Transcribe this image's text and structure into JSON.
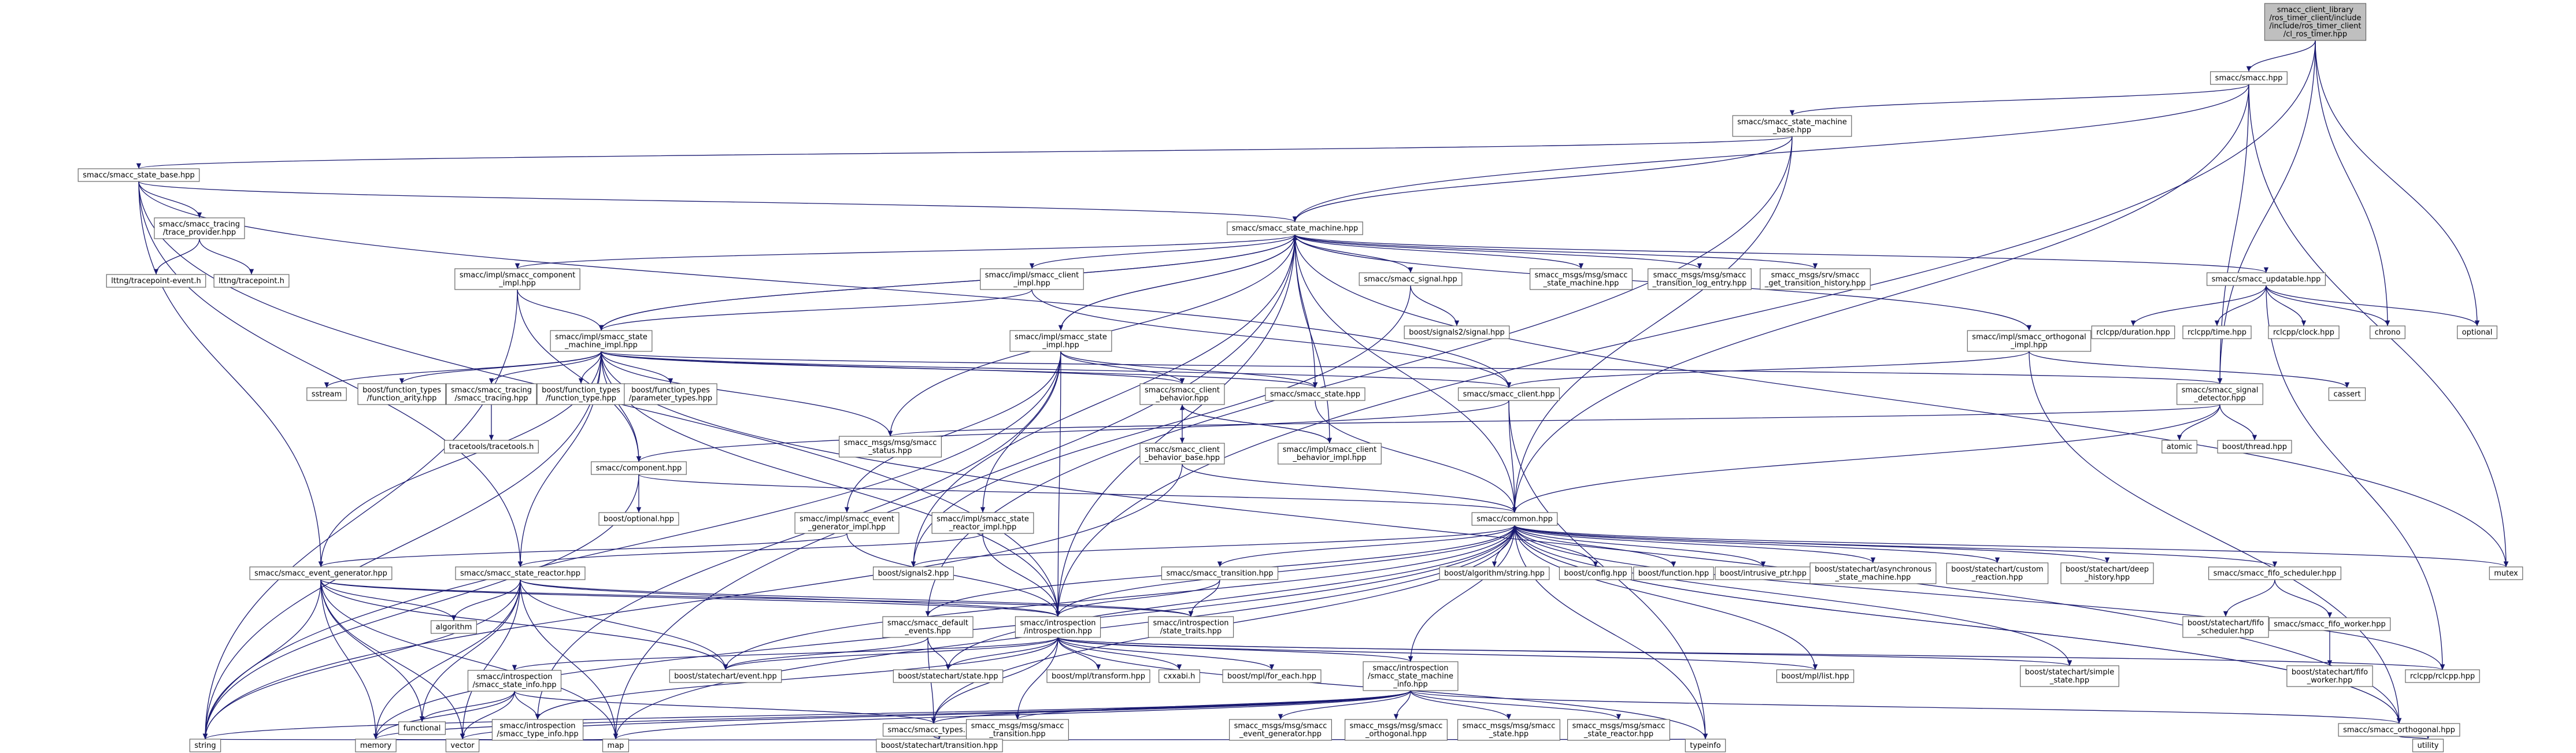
{
  "colors": {
    "edge": "#191970",
    "node_fill": "#ffffff",
    "node_border": "#666666",
    "root_fill": "#bfbfbf",
    "text": "#000000"
  },
  "nodes": [
    {
      "id": "root",
      "lines": [
        "smacc_client_library",
        "/ros_timer_client/include",
        "/include/ros_timer_client",
        "/cl_ros_timer.hpp"
      ],
      "root": true
    },
    {
      "id": "smacc",
      "lines": [
        "smacc/smacc.hpp"
      ]
    },
    {
      "id": "smbase",
      "lines": [
        "smacc/smacc_state_machine",
        "_base.hpp"
      ]
    },
    {
      "id": "statebase",
      "lines": [
        "smacc/smacc_state_base.hpp"
      ]
    },
    {
      "id": "tracing",
      "lines": [
        "smacc/smacc_tracing",
        "/trace_provider.hpp"
      ]
    },
    {
      "id": "lttngev",
      "lines": [
        "lttng/tracepoint-event.h"
      ]
    },
    {
      "id": "lttngtp",
      "lines": [
        "lttng/tracepoint.h"
      ]
    },
    {
      "id": "sm",
      "lines": [
        "smacc/smacc_state_machine.hpp"
      ]
    },
    {
      "id": "compimpl",
      "lines": [
        "smacc/impl/smacc_component",
        "_impl.hpp"
      ]
    },
    {
      "id": "clientimpl",
      "lines": [
        "smacc/impl/smacc_client",
        "_impl.hpp"
      ]
    },
    {
      "id": "signal",
      "lines": [
        "smacc/smacc_signal.hpp"
      ]
    },
    {
      "id": "msgsm",
      "lines": [
        "smacc_msgs/msg/smacc",
        "_state_machine.hpp"
      ]
    },
    {
      "id": "msgtle",
      "lines": [
        "smacc_msgs/msg/smacc",
        "_transition_log_entry.hpp"
      ]
    },
    {
      "id": "srvhist",
      "lines": [
        "smacc_msgs/srv/smacc",
        "_get_transition_history.hpp"
      ]
    },
    {
      "id": "updatable",
      "lines": [
        "smacc/smacc_updatable.hpp"
      ]
    },
    {
      "id": "smimpl",
      "lines": [
        "smacc/impl/smacc_state",
        "_machine_impl.hpp"
      ]
    },
    {
      "id": "stateimpl",
      "lines": [
        "smacc/impl/smacc_state",
        "_impl.hpp"
      ]
    },
    {
      "id": "signals2sig",
      "lines": [
        "boost/signals2/signal.hpp"
      ]
    },
    {
      "id": "orthimpl",
      "lines": [
        "smacc/impl/smacc_orthogonal",
        "_impl.hpp"
      ]
    },
    {
      "id": "rcldur",
      "lines": [
        "rclcpp/duration.hpp"
      ]
    },
    {
      "id": "rcltime",
      "lines": [
        "rclcpp/time.hpp"
      ]
    },
    {
      "id": "rclclock",
      "lines": [
        "rclcpp/clock.hpp"
      ]
    },
    {
      "id": "chrono",
      "lines": [
        "chrono"
      ]
    },
    {
      "id": "optional",
      "lines": [
        "optional"
      ]
    },
    {
      "id": "sstream",
      "lines": [
        "sstream"
      ]
    },
    {
      "id": "ftarity",
      "lines": [
        "boost/function_types",
        "/function_arity.hpp"
      ]
    },
    {
      "id": "trsmacc",
      "lines": [
        "smacc/smacc_tracing",
        "/smacc_tracing.hpp"
      ]
    },
    {
      "id": "ftftype",
      "lines": [
        "boost/function_types",
        "/function_type.hpp"
      ]
    },
    {
      "id": "ftparam",
      "lines": [
        "boost/function_types",
        "/parameter_types.hpp"
      ]
    },
    {
      "id": "clbeh",
      "lines": [
        "smacc/smacc_client",
        "_behavior.hpp"
      ]
    },
    {
      "id": "statehpp",
      "lines": [
        "smacc/smacc_state.hpp"
      ]
    },
    {
      "id": "clienthpp",
      "lines": [
        "smacc/smacc_client.hpp"
      ]
    },
    {
      "id": "cassert",
      "lines": [
        "cassert"
      ]
    },
    {
      "id": "sigdet",
      "lines": [
        "smacc/smacc_signal",
        "_detector.hpp"
      ]
    },
    {
      "id": "tracetools",
      "lines": [
        "tracetools/tracetools.h"
      ]
    },
    {
      "id": "msgstatus",
      "lines": [
        "smacc_msgs/msg/smacc",
        "_status.hpp"
      ]
    },
    {
      "id": "component",
      "lines": [
        "smacc/component.hpp"
      ]
    },
    {
      "id": "clbehbase",
      "lines": [
        "smacc/smacc_client",
        "_behavior_base.hpp"
      ]
    },
    {
      "id": "clbehimpl",
      "lines": [
        "smacc/impl/smacc_client",
        "_behavior_impl.hpp"
      ]
    },
    {
      "id": "atomic",
      "lines": [
        "atomic"
      ]
    },
    {
      "id": "thread",
      "lines": [
        "boost/thread.hpp"
      ]
    },
    {
      "id": "boostopt",
      "lines": [
        "boost/optional.hpp"
      ]
    },
    {
      "id": "evgenimpl",
      "lines": [
        "smacc/impl/smacc_event",
        "_generator_impl.hpp"
      ]
    },
    {
      "id": "reactimpl",
      "lines": [
        "smacc/impl/smacc_state",
        "_reactor_impl.hpp"
      ]
    },
    {
      "id": "common",
      "lines": [
        "smacc/common.hpp"
      ]
    },
    {
      "id": "evgen",
      "lines": [
        "smacc/smacc_event_generator.hpp"
      ]
    },
    {
      "id": "reactor",
      "lines": [
        "smacc/smacc_state_reactor.hpp"
      ]
    },
    {
      "id": "signals2",
      "lines": [
        "boost/signals2.hpp"
      ]
    },
    {
      "id": "transition",
      "lines": [
        "smacc/smacc_transition.hpp"
      ]
    },
    {
      "id": "algostr",
      "lines": [
        "boost/algorithm/string.hpp"
      ]
    },
    {
      "id": "config",
      "lines": [
        "boost/config.hpp"
      ]
    },
    {
      "id": "function",
      "lines": [
        "boost/function.hpp"
      ]
    },
    {
      "id": "intrusive",
      "lines": [
        "boost/intrusive_ptr.hpp"
      ]
    },
    {
      "id": "scasync",
      "lines": [
        "boost/statechart/asynchronous",
        "_state_machine.hpp"
      ]
    },
    {
      "id": "sccustom",
      "lines": [
        "boost/statechart/custom",
        "_reaction.hpp"
      ]
    },
    {
      "id": "scdeep",
      "lines": [
        "boost/statechart/deep",
        "_history.hpp"
      ]
    },
    {
      "id": "fifosched",
      "lines": [
        "smacc/smacc_fifo_scheduler.hpp"
      ]
    },
    {
      "id": "mutex",
      "lines": [
        "mutex"
      ]
    },
    {
      "id": "algorithm",
      "lines": [
        "algorithm"
      ]
    },
    {
      "id": "defevents",
      "lines": [
        "smacc/smacc_default",
        "_events.hpp"
      ]
    },
    {
      "id": "introspection",
      "lines": [
        "smacc/introspection",
        "/introspection.hpp"
      ]
    },
    {
      "id": "statetraits",
      "lines": [
        "smacc/introspection",
        "/state_traits.hpp"
      ]
    },
    {
      "id": "scfifo",
      "lines": [
        "boost/statechart/fifo",
        "_scheduler.hpp"
      ]
    },
    {
      "id": "fifoworker",
      "lines": [
        "smacc/smacc_fifo_worker.hpp"
      ]
    },
    {
      "id": "scevent",
      "lines": [
        "boost/statechart/event.hpp"
      ]
    },
    {
      "id": "scstate",
      "lines": [
        "boost/statechart/state.hpp"
      ]
    },
    {
      "id": "mpltransform",
      "lines": [
        "boost/mpl/transform.hpp"
      ]
    },
    {
      "id": "cxxabi",
      "lines": [
        "cxxabi.h"
      ]
    },
    {
      "id": "mplforeach",
      "lines": [
        "boost/mpl/for_each.hpp"
      ]
    },
    {
      "id": "smstateinfo",
      "lines": [
        "smacc/introspection",
        "/smacc_state_machine",
        "_info.hpp"
      ]
    },
    {
      "id": "mpllist",
      "lines": [
        "boost/mpl/list.hpp"
      ]
    },
    {
      "id": "scsimple",
      "lines": [
        "boost/statechart/simple",
        "_state.hpp"
      ]
    },
    {
      "id": "rclcpp",
      "lines": [
        "rclcpp/rclcpp.hpp"
      ]
    },
    {
      "id": "scfifow",
      "lines": [
        "boost/statechart/fifo",
        "_worker.hpp"
      ]
    },
    {
      "id": "stateinfo",
      "lines": [
        "smacc/introspection",
        "/smacc_state_info.hpp"
      ]
    },
    {
      "id": "functional",
      "lines": [
        "functional"
      ]
    },
    {
      "id": "typeinfo",
      "lines": [
        "smacc/introspection",
        "/smacc_type_info.hpp"
      ]
    },
    {
      "id": "types",
      "lines": [
        "smacc/smacc_types.hpp"
      ]
    },
    {
      "id": "msgtransition",
      "lines": [
        "smacc_msgs/msg/smacc",
        "_transition.hpp"
      ]
    },
    {
      "id": "msgevgen",
      "lines": [
        "smacc_msgs/msg/smacc",
        "_event_generator.hpp"
      ]
    },
    {
      "id": "msgorth",
      "lines": [
        "smacc_msgs/msg/smacc",
        "_orthogonal.hpp"
      ]
    },
    {
      "id": "msgstate",
      "lines": [
        "smacc_msgs/msg/smacc",
        "_state.hpp"
      ]
    },
    {
      "id": "msgreactor",
      "lines": [
        "smacc_msgs/msg/smacc",
        "_state_reactor.hpp"
      ]
    },
    {
      "id": "typeinfo_std",
      "lines": [
        "typeinfo"
      ]
    },
    {
      "id": "orthogonal",
      "lines": [
        "smacc/smacc_orthogonal.hpp"
      ]
    },
    {
      "id": "utility",
      "lines": [
        "utility"
      ]
    },
    {
      "id": "string",
      "lines": [
        "string"
      ]
    },
    {
      "id": "memory",
      "lines": [
        "memory"
      ]
    },
    {
      "id": "vector",
      "lines": [
        "vector"
      ]
    },
    {
      "id": "map",
      "lines": [
        "map"
      ]
    },
    {
      "id": "sctransition",
      "lines": [
        "boost/statechart/transition.hpp"
      ]
    }
  ],
  "edges": [
    [
      "root",
      "smacc"
    ],
    [
      "root",
      "sigdet"
    ],
    [
      "root",
      "chrono"
    ],
    [
      "root",
      "optional"
    ],
    [
      "root",
      "introspection"
    ],
    [
      "smacc",
      "smbase"
    ],
    [
      "smacc",
      "sm"
    ],
    [
      "smacc",
      "sigdet"
    ],
    [
      "smacc",
      "mutex"
    ],
    [
      "smacc",
      "common"
    ],
    [
      "smbase",
      "common"
    ],
    [
      "smbase",
      "sm"
    ],
    [
      "smbase",
      "statebase"
    ],
    [
      "smbase",
      "defevents"
    ],
    [
      "statebase",
      "tracing"
    ],
    [
      "statebase",
      "sm"
    ],
    [
      "statebase",
      "evgen"
    ],
    [
      "statebase",
      "reactor"
    ],
    [
      "statebase",
      "clienthpp"
    ],
    [
      "statebase",
      "introspection"
    ],
    [
      "tracing",
      "lttngev"
    ],
    [
      "tracing",
      "lttngtp"
    ],
    [
      "sm",
      "compimpl"
    ],
    [
      "sm",
      "clientimpl"
    ],
    [
      "sm",
      "signal"
    ],
    [
      "sm",
      "msgsm"
    ],
    [
      "sm",
      "msgtle"
    ],
    [
      "sm",
      "srvhist"
    ],
    [
      "sm",
      "updatable"
    ],
    [
      "sm",
      "smimpl"
    ],
    [
      "sm",
      "stateimpl"
    ],
    [
      "sm",
      "orthimpl"
    ],
    [
      "sm",
      "statehpp"
    ],
    [
      "sm",
      "common"
    ],
    [
      "sm",
      "msgstatus"
    ],
    [
      "sm",
      "signals2"
    ],
    [
      "sm",
      "boostany"
    ],
    [
      "sm",
      "map"
    ],
    [
      "sm",
      "mutex"
    ],
    [
      "sm",
      "introspection"
    ],
    [
      "compimpl",
      "smimpl"
    ],
    [
      "compimpl",
      "component"
    ],
    [
      "compimpl",
      "string"
    ],
    [
      "clientimpl",
      "smimpl"
    ],
    [
      "clientimpl",
      "clienthpp"
    ],
    [
      "signal",
      "signals2sig"
    ],
    [
      "signal",
      "signals2"
    ],
    [
      "updatable",
      "rcldur"
    ],
    [
      "updatable",
      "rcltime"
    ],
    [
      "updatable",
      "rclclock"
    ],
    [
      "updatable",
      "chrono"
    ],
    [
      "updatable",
      "optional"
    ],
    [
      "updatable",
      "rclcpp"
    ],
    [
      "smimpl",
      "sstream"
    ],
    [
      "smimpl",
      "ftarity"
    ],
    [
      "smimpl",
      "trsmacc"
    ],
    [
      "smimpl",
      "ftftype"
    ],
    [
      "smimpl",
      "ftparam"
    ],
    [
      "smimpl",
      "clbeh"
    ],
    [
      "smimpl",
      "statehpp"
    ],
    [
      "smimpl",
      "clienthpp"
    ],
    [
      "smimpl",
      "sigdet"
    ],
    [
      "smimpl",
      "msgstatus"
    ],
    [
      "smimpl",
      "component"
    ],
    [
      "smimpl",
      "evgen"
    ],
    [
      "smimpl",
      "reactor"
    ],
    [
      "smimpl",
      "introspection"
    ],
    [
      "smimpl",
      "orthogonal"
    ],
    [
      "smimpl",
      "string"
    ],
    [
      "smimpl",
      "sm"
    ],
    [
      "trsmacc",
      "tracetools"
    ],
    [
      "stateimpl",
      "clbeh"
    ],
    [
      "stateimpl",
      "statehpp"
    ],
    [
      "stateimpl",
      "evgenimpl"
    ],
    [
      "stateimpl",
      "reactimpl"
    ],
    [
      "stateimpl",
      "introspection"
    ],
    [
      "stateimpl",
      "sm"
    ],
    [
      "stateimpl",
      "boostany"
    ],
    [
      "stateimpl",
      "typeinfo"
    ],
    [
      "stateimpl",
      "string"
    ],
    [
      "orthimpl",
      "clienthpp"
    ],
    [
      "orthimpl",
      "orthogonal"
    ],
    [
      "orthimpl",
      "cassert"
    ],
    [
      "clbeh",
      "clbehbase"
    ],
    [
      "clbeh",
      "clbehimpl"
    ],
    [
      "clbehimpl",
      "clbeh"
    ],
    [
      "clbehimpl",
      "sm"
    ],
    [
      "clbehbase",
      "common"
    ],
    [
      "clbehbase",
      "string"
    ],
    [
      "statehpp",
      "common"
    ],
    [
      "clienthpp",
      "common"
    ],
    [
      "clienthpp",
      "typeinfo_std"
    ],
    [
      "clienthpp",
      "component"
    ],
    [
      "sigdet",
      "atomic"
    ],
    [
      "sigdet",
      "thread"
    ],
    [
      "sigdet",
      "common"
    ],
    [
      "sigdet",
      "msgstatus"
    ],
    [
      "component",
      "boostopt"
    ],
    [
      "component",
      "common"
    ],
    [
      "component",
      "string"
    ],
    [
      "evgenimpl",
      "evgen"
    ],
    [
      "evgenimpl",
      "introspection"
    ],
    [
      "reactimpl",
      "reactor"
    ],
    [
      "reactimpl",
      "introspection"
    ],
    [
      "common",
      "algostr"
    ],
    [
      "common",
      "config"
    ],
    [
      "common",
      "function"
    ],
    [
      "common",
      "intrusive"
    ],
    [
      "common",
      "scasync"
    ],
    [
      "common",
      "sccustom"
    ],
    [
      "common",
      "scdeep"
    ],
    [
      "common",
      "fifosched"
    ],
    [
      "common",
      "mutex"
    ],
    [
      "common",
      "signals2"
    ],
    [
      "common",
      "boostany"
    ],
    [
      "common",
      "transition"
    ],
    [
      "common",
      "introspection"
    ],
    [
      "common",
      "defevents"
    ],
    [
      "common",
      "scevent"
    ],
    [
      "common",
      "scstate"
    ],
    [
      "common",
      "mpllist"
    ],
    [
      "common",
      "scsimple"
    ],
    [
      "common",
      "rclcpp"
    ],
    [
      "common",
      "smstateinfo"
    ],
    [
      "common",
      "orthogonal"
    ],
    [
      "common",
      "types"
    ],
    [
      "common",
      "map"
    ],
    [
      "common",
      "memory"
    ],
    [
      "common",
      "typeinfo_std"
    ],
    [
      "evgen",
      "algorithm"
    ],
    [
      "evgen",
      "functional"
    ],
    [
      "evgen",
      "memory"
    ],
    [
      "evgen",
      "vector"
    ],
    [
      "evgen",
      "map"
    ],
    [
      "evgen",
      "string"
    ],
    [
      "evgen",
      "scevent"
    ],
    [
      "evgen",
      "introspection"
    ],
    [
      "evgen",
      "statetraits"
    ],
    [
      "reactor",
      "algorithm"
    ],
    [
      "reactor",
      "functional"
    ],
    [
      "reactor",
      "memory"
    ],
    [
      "reactor",
      "vector"
    ],
    [
      "reactor",
      "map"
    ],
    [
      "reactor",
      "scevent"
    ],
    [
      "reactor",
      "introspection"
    ],
    [
      "reactor",
      "statetraits"
    ],
    [
      "reactor",
      "string"
    ],
    [
      "transition",
      "introspection"
    ],
    [
      "transition",
      "statetraits"
    ],
    [
      "fifosched",
      "scfifo"
    ],
    [
      "fifosched",
      "fifoworker"
    ],
    [
      "fifoworker",
      "scfifow"
    ],
    [
      "defevents",
      "scevent"
    ],
    [
      "defevents",
      "scstate"
    ],
    [
      "defevents",
      "types"
    ],
    [
      "introspection",
      "scevent"
    ],
    [
      "introspection",
      "scstate"
    ],
    [
      "introspection",
      "mpltransform"
    ],
    [
      "introspection",
      "cxxabi"
    ],
    [
      "introspection",
      "mplforeach"
    ],
    [
      "introspection",
      "smstateinfo"
    ],
    [
      "introspection",
      "mpllist"
    ],
    [
      "introspection",
      "scsimple"
    ],
    [
      "introspection",
      "rclcpp"
    ],
    [
      "introspection",
      "stateinfo"
    ],
    [
      "introspection",
      "typeinfo"
    ],
    [
      "introspection",
      "types"
    ],
    [
      "introspection",
      "msgtransition"
    ],
    [
      "introspection",
      "typeinfo_std"
    ],
    [
      "smstateinfo",
      "msgtransition"
    ],
    [
      "smstateinfo",
      "msgevgen"
    ],
    [
      "smstateinfo",
      "msgorth"
    ],
    [
      "smstateinfo",
      "msgstate"
    ],
    [
      "smstateinfo",
      "msgreactor"
    ],
    [
      "smstateinfo",
      "orthogonal"
    ],
    [
      "smstateinfo",
      "types"
    ],
    [
      "smstateinfo",
      "string"
    ],
    [
      "smstateinfo",
      "memory"
    ],
    [
      "smstateinfo",
      "vector"
    ],
    [
      "smstateinfo",
      "map"
    ],
    [
      "stateinfo",
      "functional"
    ],
    [
      "stateinfo",
      "memory"
    ],
    [
      "stateinfo",
      "vector"
    ],
    [
      "stateinfo",
      "typeinfo"
    ],
    [
      "stateinfo",
      "types"
    ],
    [
      "typeinfo",
      "string"
    ],
    [
      "typeinfo",
      "memory"
    ],
    [
      "typeinfo",
      "vector"
    ],
    [
      "typeinfo",
      "map"
    ],
    [
      "typeinfo",
      "typeinfo_std"
    ],
    [
      "types",
      "sctransition"
    ],
    [
      "orthogonal",
      "utility"
    ],
    [
      "orthogonal",
      "common"
    ]
  ]
}
